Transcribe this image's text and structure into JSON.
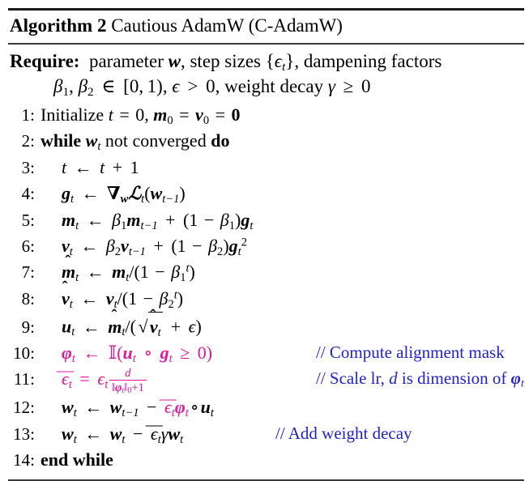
{
  "algorithm": {
    "label": "Algorithm 2",
    "title": "Cautious AdamW (C-AdamW)",
    "require_keyword": "Require:",
    "require_line1": "parameter 𝒘, step sizes {ϵₜ}, dampening factors",
    "require_line2": "β₁, β₂ ∈ [0, 1), ϵ > 0, weight decay γ ≥ 0",
    "colors": {
      "accent_pink": "#e0179b",
      "comment_blue": "#2222c8",
      "rule": "#1a1a1a"
    },
    "lines": [
      {
        "num": "1:",
        "text": "Initialize t = 0, 𝒎₀ = 𝒗₀ = 𝟎",
        "comment": ""
      },
      {
        "num": "2:",
        "text": "while 𝒘ₜ not converged do",
        "comment": ""
      },
      {
        "num": "3:",
        "text": "t ← t + 1",
        "comment": ""
      },
      {
        "num": "4:",
        "text": "𝒈ₜ ← ∇_𝒘 𝓛ₜ(𝒘ₜ₋₁)",
        "comment": ""
      },
      {
        "num": "5:",
        "text": "𝒎ₜ ← β₁𝒎ₜ₋₁ + (1 − β₁)𝒈ₜ",
        "comment": ""
      },
      {
        "num": "6:",
        "text": "𝒗ₜ ← β₂𝒗ₜ₋₁ + (1 − β₂)𝒈ₜ²",
        "comment": ""
      },
      {
        "num": "7:",
        "text": "𝒎̂ₜ ← 𝒎ₜ/(1 − β₁ᵗ)",
        "comment": ""
      },
      {
        "num": "8:",
        "text": "𝒗̂ₜ ← 𝒗ₜ/(1 − β₂ᵗ)",
        "comment": ""
      },
      {
        "num": "9:",
        "text": "𝒖ₜ ← 𝒎̂ₜ/(√𝒗̂ₜ + ϵ)",
        "comment": ""
      },
      {
        "num": "10:",
        "text": "𝝓ₜ ← 𝕀(𝒖ₜ ∘ 𝒈ₜ ≥ 0)",
        "comment": "// Compute alignment mask"
      },
      {
        "num": "11:",
        "text": "ϵ̄ₜ = ϵₜ · d/(‖𝝓ₜ‖₀+1)",
        "comment": "// Scale lr, d is dimension of 𝝓ₜ"
      },
      {
        "num": "12:",
        "text": "𝒘ₜ ← 𝒘ₜ₋₁ − ϵ̄ₜ𝝓ₜ∘𝒖ₜ",
        "comment": ""
      },
      {
        "num": "13:",
        "text": "𝒘ₜ ← 𝒘ₜ − ϵ̄ₜγ𝒘ₜ",
        "comment": "// Add weight decay"
      },
      {
        "num": "14:",
        "text": "end while",
        "comment": ""
      }
    ],
    "line_numbers": [
      "1:",
      "2:",
      "3:",
      "4:",
      "5:",
      "6:",
      "7:",
      "8:",
      "9:",
      "10:",
      "11:",
      "12:",
      "13:",
      "14:"
    ],
    "comments": {
      "line10": "// Compute alignment mask",
      "line11_pre": "// Scale lr,",
      "line11_mid": "is dimension of",
      "line13": "// Add weight decay"
    },
    "keywords": {
      "while": "while",
      "not_converged": "not converged",
      "do": "do",
      "end_while": "end while",
      "initialize": "Initialize"
    },
    "symbols": {
      "arrow": "←",
      "gets_eq": "=",
      "plus": "+",
      "minus": "−",
      "times_circ": "∘",
      "geq": "≥",
      "gt": ">",
      "in": "∈",
      "nabla": "∇",
      "indicator": "𝕀",
      "sqrt": "√",
      "hat": "^",
      "bar": "‾",
      "zero_bold": "0",
      "one": "1",
      "zero": "0",
      "two": "2",
      "d": "d",
      "norm_open": "‖",
      "norm_close": "‖"
    }
  }
}
